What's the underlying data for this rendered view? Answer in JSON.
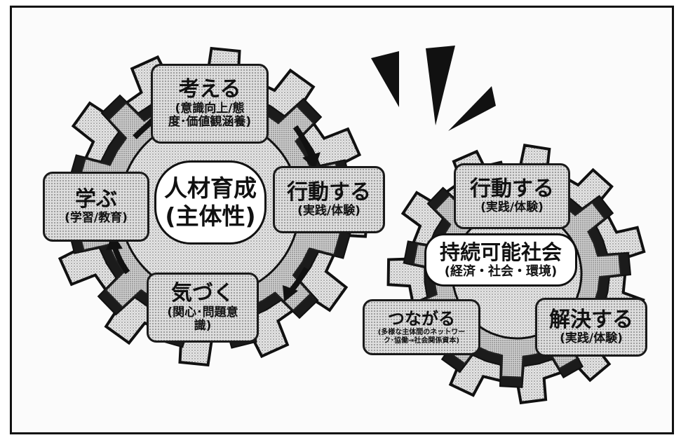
{
  "left_gear": {
    "center": {
      "line1": "人材育成",
      "line2": "(主体性)"
    },
    "think": {
      "title": "考える",
      "line1": "(意識向上/態",
      "line2": "度･価値観涵養)"
    },
    "learn": {
      "title": "学ぶ",
      "sub": "(学習/教育)"
    },
    "act": {
      "title": "行動する",
      "sub": "(実践/体験)"
    },
    "notice": {
      "title": "気づく",
      "line1": "(関心･問題意",
      "line2": "識)"
    }
  },
  "right_gear": {
    "center": {
      "line1": "持続可能社会",
      "line2": "(経済・社会・環境)"
    },
    "act": {
      "title": "行動する",
      "sub": "(実践/体験)"
    },
    "connect": {
      "title": "つながる",
      "line1": "(多様な主体間のネットワー",
      "line2": "ク･協働→社会関係資本)"
    },
    "solve": {
      "title": "解決する",
      "sub": "(実践/体験)"
    }
  }
}
